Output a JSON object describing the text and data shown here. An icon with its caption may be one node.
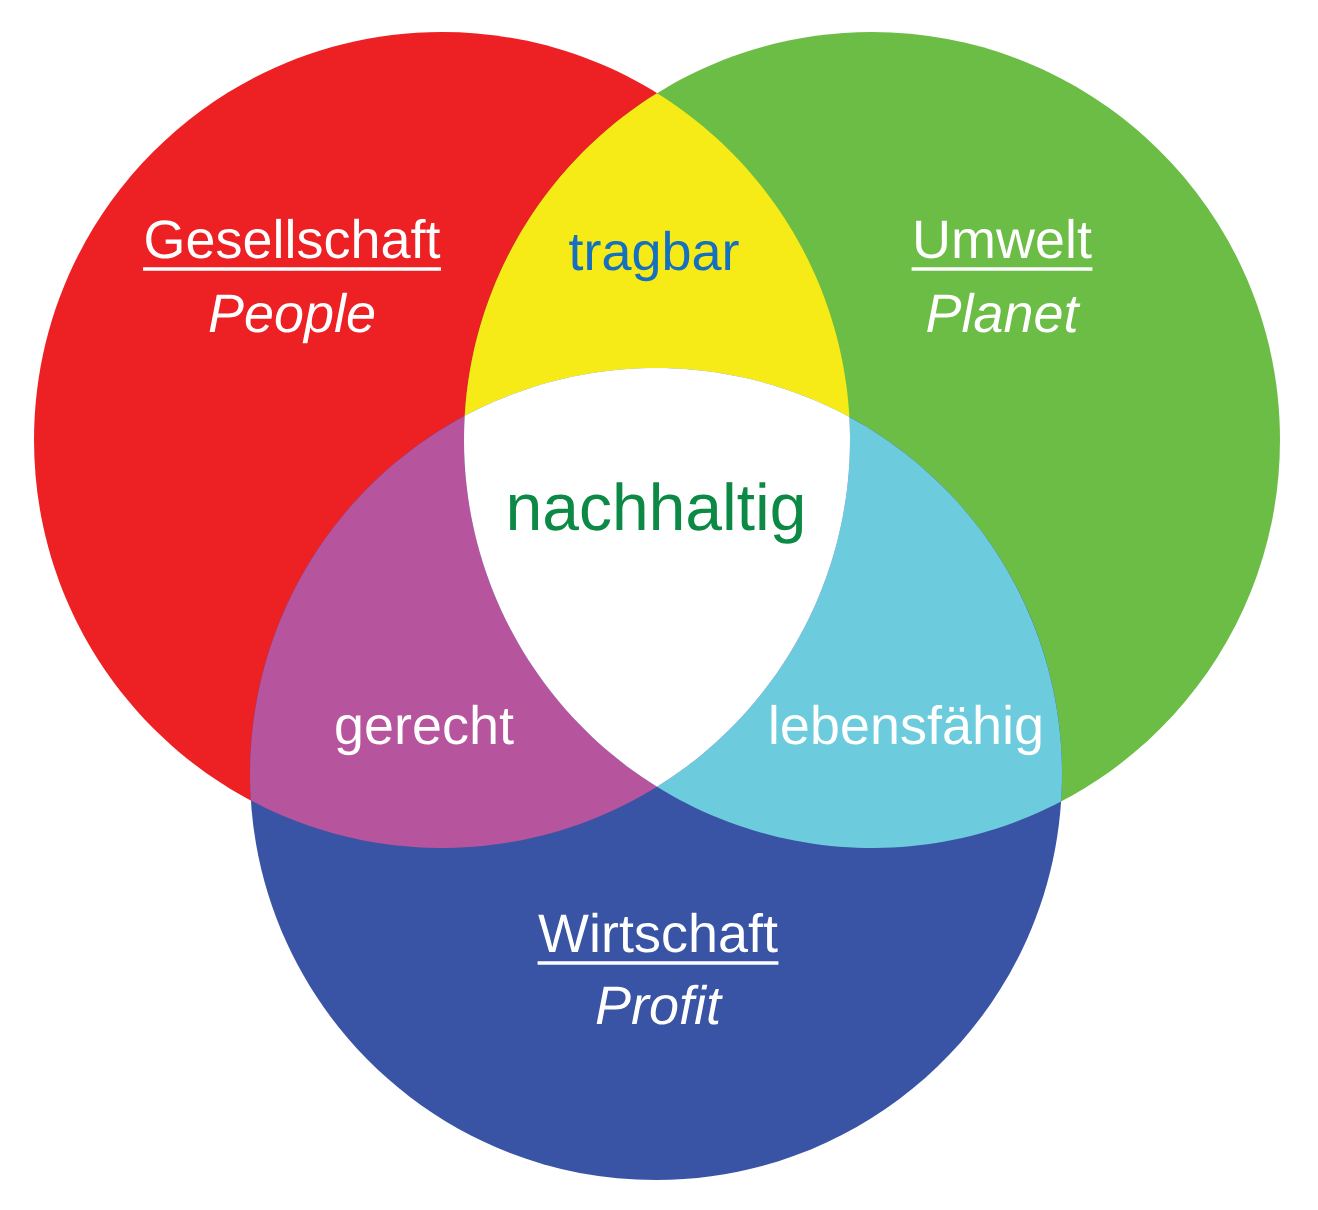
{
  "diagram": {
    "nodes": [
      {
        "text": [
          "Gesellschaft",
          "People"
        ]
      },
      {
        "text": [
          "tragbar"
        ]
      },
      {
        "text": [
          "Umwelt",
          "Planet"
        ]
      },
      {
        "text": [
          "nachhaltig"
        ]
      },
      {
        "text": [
          "gerecht"
        ]
      },
      {
        "text": [
          "lebensfähig"
        ]
      },
      {
        "text": [
          "Wirtschaft",
          "Profit"
        ]
      }
    ]
  }
}
